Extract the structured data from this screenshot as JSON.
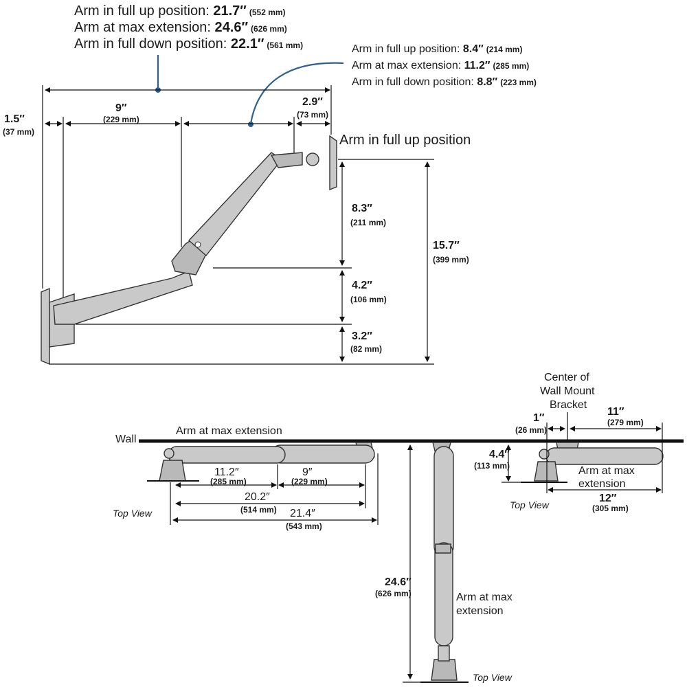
{
  "side_view": {
    "overall_width": {
      "full_up": {
        "label": "Arm in full up position: ",
        "inch": "21.7″",
        "mm": "(552 mm)"
      },
      "max_ext": {
        "label": "Arm at max extension: ",
        "inch": "24.6″",
        "mm": "(626 mm)"
      },
      "full_down": {
        "label": "Arm in full down position: ",
        "inch": "22.1″",
        "mm": "(561 mm)"
      }
    },
    "upper_arm_width": {
      "full_up": {
        "label": "Arm in full up position: ",
        "inch": "8.4″",
        "mm": "(214 mm)"
      },
      "max_ext": {
        "label": "Arm at max extension: ",
        "inch": "11.2″",
        "mm": "(285 mm)"
      },
      "full_down": {
        "label": "Arm in full down position: ",
        "inch": "8.8″",
        "mm": "(223 mm)"
      }
    },
    "dims": {
      "wall_offset": {
        "inch": "1.5″",
        "mm": "(37 mm)"
      },
      "lower_arm": {
        "inch": "9″",
        "mm": "(229 mm)"
      },
      "head": {
        "inch": "2.9″",
        "mm": "(73 mm)"
      },
      "upper_height": {
        "inch": "8.3″",
        "mm": "(211 mm)"
      },
      "mid_height": {
        "inch": "4.2″",
        "mm": "(106 mm)"
      },
      "base_height": {
        "inch": "3.2″",
        "mm": "(82 mm)"
      },
      "total_height": {
        "inch": "15.7″",
        "mm": "(399 mm)"
      }
    },
    "position_label": "Arm in full up position"
  },
  "top_view_left": {
    "wall_label": "Wall",
    "ext_label": "Arm at max extension",
    "view_label": "Top View",
    "dims": {
      "a": {
        "inch": "11.2″",
        "mm": "(285 mm)"
      },
      "b": {
        "inch": "9″",
        "mm": "(229 mm)"
      },
      "c": {
        "inch": "20.2″",
        "mm": "(514 mm)"
      },
      "d": {
        "inch": "21.4″",
        "mm": "(543 mm)"
      }
    }
  },
  "top_view_center": {
    "depth": {
      "inch": "24.6″",
      "mm": "(626 mm)"
    },
    "ext_label_1": "Arm at max",
    "ext_label_2": "extension",
    "view_label": "Top View"
  },
  "top_view_right": {
    "center_1": "Center of",
    "center_2": "Wall Mount",
    "center_3": "Bracket",
    "dims": {
      "offset": {
        "inch": "1″",
        "mm": "(26 mm)"
      },
      "reach": {
        "inch": "11″",
        "mm": "(279 mm)"
      },
      "depth": {
        "inch": "4.4″",
        "mm": "(113 mm)"
      },
      "total": {
        "inch": "12″",
        "mm": "(305 mm)"
      }
    },
    "ext_label_1": "Arm at max",
    "ext_label_2": "extension",
    "view_label": "Top View"
  }
}
